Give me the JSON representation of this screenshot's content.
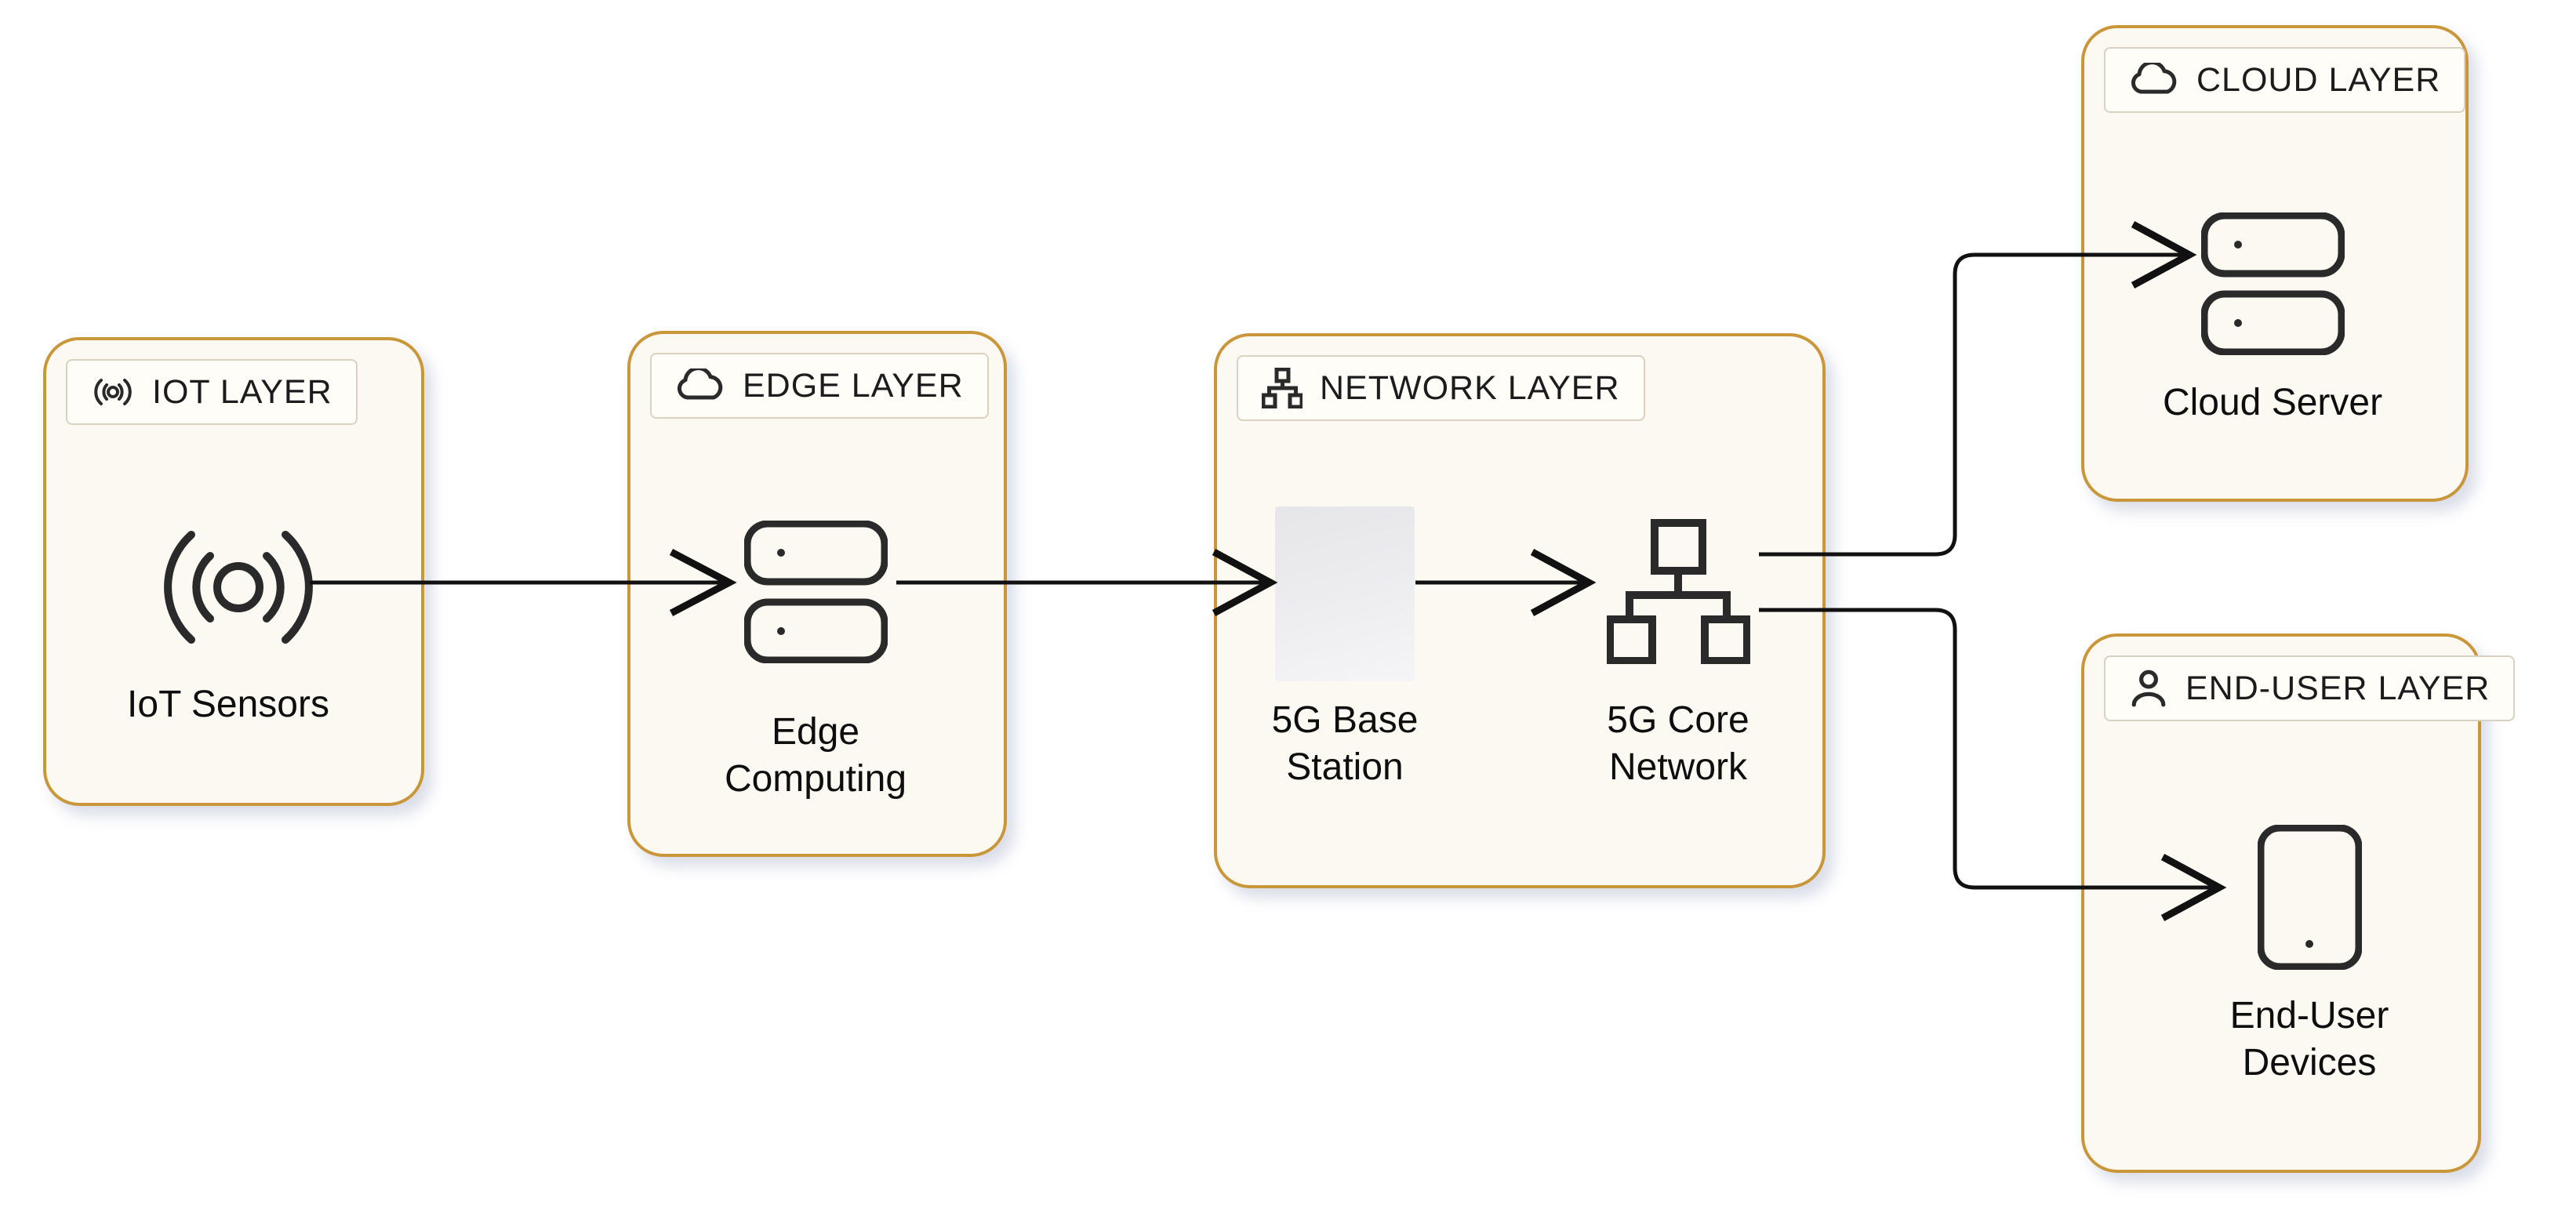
{
  "diagram": {
    "type": "architecture-diagram",
    "colors": {
      "box_border": "#c9973a",
      "box_fill": "#fbf9f1",
      "pill_border": "#d9d2c0",
      "pill_fill": "#fefdf8",
      "arrow": "#111111",
      "text": "#0e0e0e",
      "placeholder_gray": "#e9e9ec"
    },
    "layers": [
      {
        "label": "IOT LAYER",
        "icon": "wireless-icon",
        "nodes": [
          {
            "label": "IoT Sensors",
            "icon": "wireless-signal-icon"
          }
        ]
      },
      {
        "label": "EDGE LAYER",
        "icon": "cloud-icon",
        "nodes": [
          {
            "label": "Edge Computing",
            "icon": "server-stack-icon"
          }
        ]
      },
      {
        "label": "NETWORK LAYER",
        "icon": "network-tree-icon",
        "nodes": [
          {
            "label": "5G Base Station",
            "icon": "image-placeholder"
          },
          {
            "label": "5G Core Network",
            "icon": "network-tree-icon"
          }
        ]
      },
      {
        "label": "CLOUD LAYER",
        "icon": "cloud-icon",
        "nodes": [
          {
            "label": "Cloud Server",
            "icon": "server-stack-icon"
          }
        ]
      },
      {
        "label": "END-USER LAYER",
        "icon": "person-icon",
        "nodes": [
          {
            "label": "End-User Devices",
            "icon": "mobile-device-icon"
          }
        ]
      }
    ],
    "connections": [
      {
        "from": "IoT Sensors",
        "to": "Edge Computing"
      },
      {
        "from": "Edge Computing",
        "to": "5G Base Station"
      },
      {
        "from": "5G Base Station",
        "to": "5G Core Network"
      },
      {
        "from": "5G Core Network",
        "to": "Cloud Server"
      },
      {
        "from": "5G Core Network",
        "to": "End-User Devices"
      }
    ]
  }
}
